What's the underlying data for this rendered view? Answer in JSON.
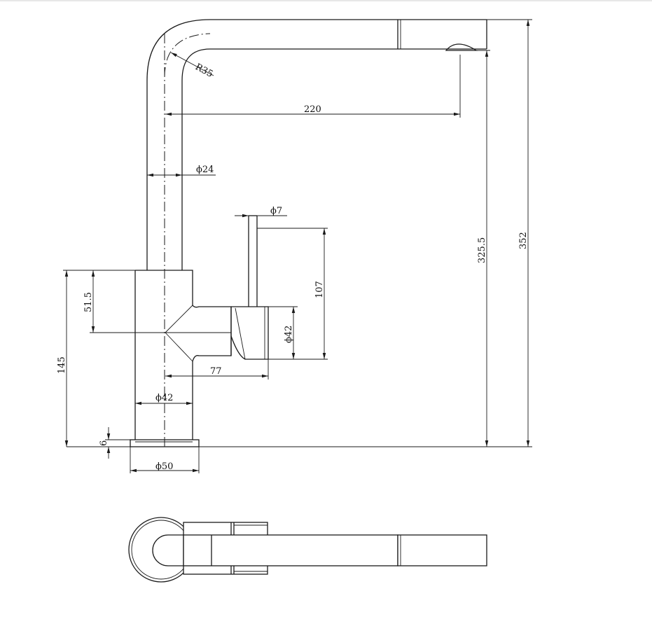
{
  "dimensions": {
    "radius": "R35",
    "spout_reach": "220",
    "spout_diameter": "ϕ24",
    "lever_diameter": "ϕ7",
    "lever_height": "107",
    "handle_diameter": "ϕ42",
    "handle_offset": "77",
    "body_diameter": "ϕ42",
    "base_diameter": "ϕ50",
    "base_thickness": "6",
    "upper_body_height": "51.5",
    "body_height": "145",
    "outlet_height": "325.5",
    "total_height": "352"
  }
}
